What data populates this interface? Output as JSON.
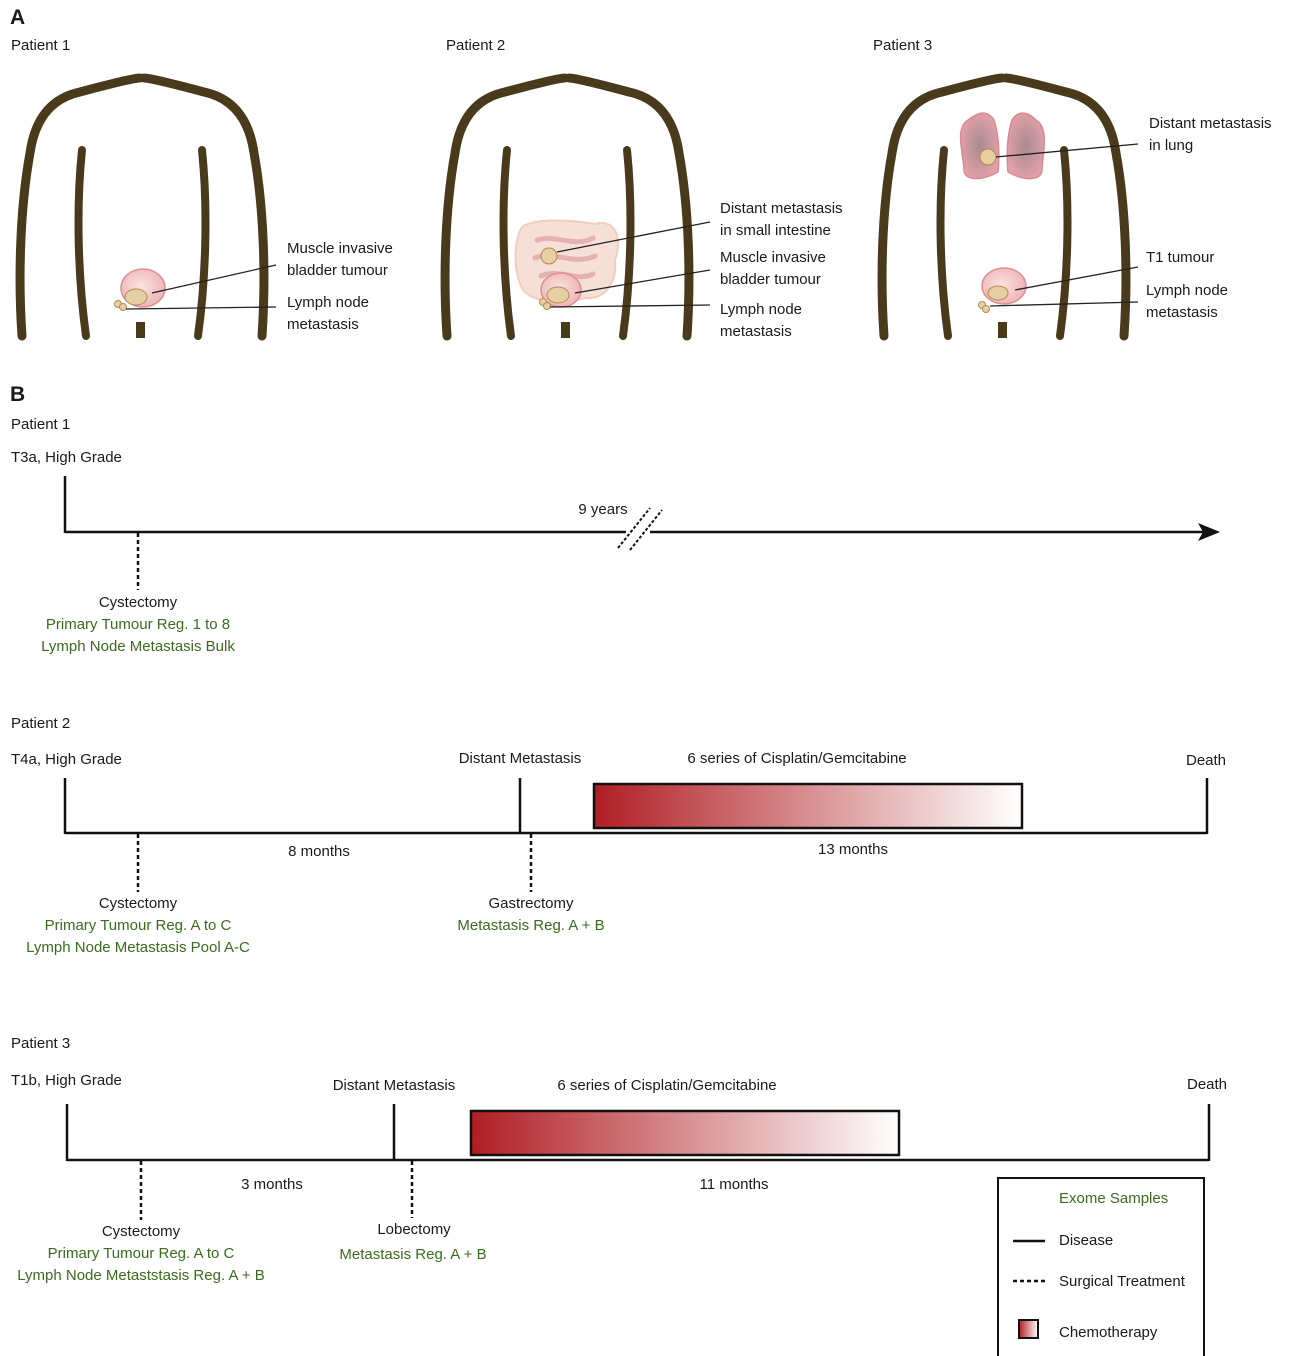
{
  "panels": {
    "a": "A",
    "b": "B"
  },
  "anatomy": [
    {
      "patient": "Patient 1",
      "labels": [
        "Muscle invasive",
        "bladder tumour",
        "Lymph node",
        "metastasis"
      ]
    },
    {
      "patient": "Patient 2",
      "labels": [
        "Distant metastasis",
        "in small intestine",
        "Muscle invasive",
        "bladder tumour",
        "Lymph node",
        "metastasis"
      ]
    },
    {
      "patient": "Patient 3",
      "labels": [
        "Distant metastasis",
        "in lung",
        "T1 tumour",
        "Lymph node",
        "metastasis"
      ]
    }
  ],
  "timelines": [
    {
      "patient": "Patient 1",
      "stage": "T3a, High Grade",
      "duration": "9 years",
      "events": [
        {
          "procedure": "Cystectomy",
          "samples": [
            "Primary Tumour Reg. 1 to 8",
            "Lymph Node Metastasis Bulk"
          ]
        }
      ]
    },
    {
      "patient": "Patient 2",
      "stage": "T4a, High Grade",
      "milestone": "Distant Metastasis",
      "chemo": "6 series of Cisplatin/Gemcitabine",
      "end": "Death",
      "durations": [
        "8 months",
        "13 months"
      ],
      "events": [
        {
          "procedure": "Cystectomy",
          "samples": [
            "Primary Tumour Reg. A to C",
            "Lymph Node Metastasis Pool A-C"
          ]
        },
        {
          "procedure": "Gastrectomy",
          "samples": [
            "Metastasis Reg. A + B"
          ]
        }
      ]
    },
    {
      "patient": "Patient 3",
      "stage": "T1b, High Grade",
      "milestone": "Distant Metastasis",
      "chemo": "6 series of Cisplatin/Gemcitabine",
      "end": "Death",
      "durations": [
        "3 months",
        "11 months"
      ],
      "events": [
        {
          "procedure": "Cystectomy",
          "samples": [
            "Primary Tumour Reg. A to C",
            "Lymph Node Metaststasis Reg. A + B"
          ]
        },
        {
          "procedure": "Lobectomy",
          "samples": [
            "Metastasis Reg. A + B"
          ]
        }
      ]
    }
  ],
  "legend": {
    "title": "Exome Samples",
    "items": [
      "Disease",
      "Surgical Treatment",
      "Chemotherapy"
    ]
  },
  "colors": {
    "body_outline": "#4a3a1c",
    "sample_text": "#3b6b1f",
    "chemo_start": "#b01e24",
    "chemo_end": "#ffffff",
    "organ": "#f2c9c9",
    "tumour": "#e7cfa4"
  }
}
